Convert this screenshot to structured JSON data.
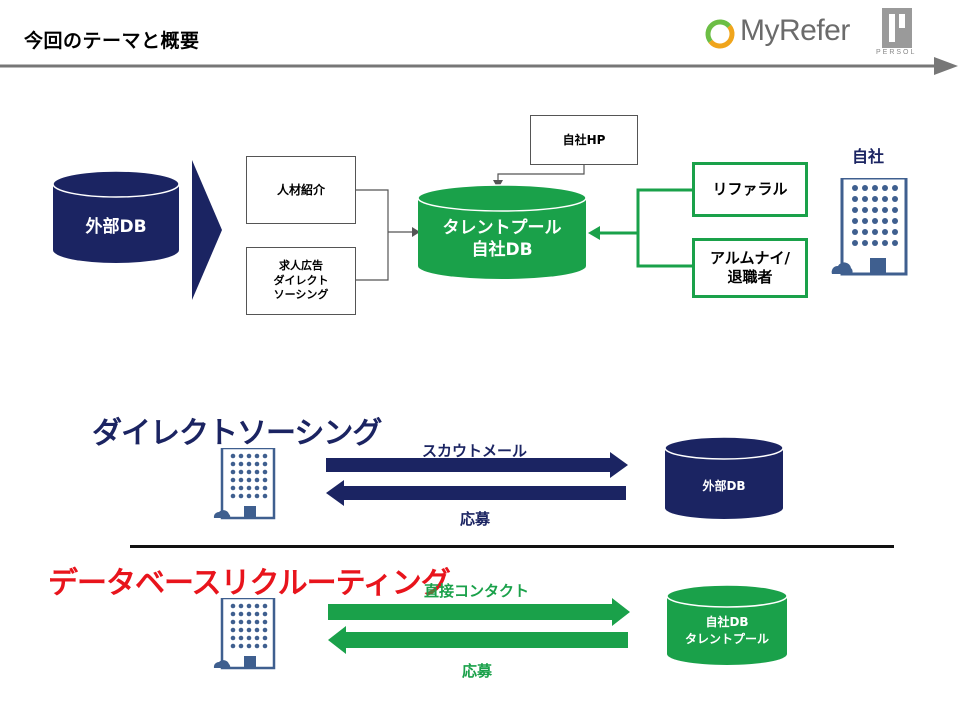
{
  "header": {
    "title": "今回のテーマと概要",
    "logo_text": "MyRefer",
    "persol_text": "PERSOL"
  },
  "top_diagram": {
    "external_db": "外部DB",
    "source_boxes": [
      "人材紹介",
      "求人広告\nダイレクト\nソーシング"
    ],
    "own_hp": "自社HP",
    "talent_pool": "タレントプール\n自社DB",
    "green_boxes": [
      "リファラル",
      "アルムナイ/\n退職者"
    ],
    "company_label": "自社"
  },
  "direct_sourcing": {
    "heading": "ダイレクトソーシング",
    "forward_label": "スカウトメール",
    "back_label": "応募",
    "db_label": "外部DB"
  },
  "database_recruiting": {
    "heading": "データベースリクルーティング",
    "forward_label": "直接コンタクト",
    "back_label": "応募",
    "db_label": "自社DB\nタレントプール"
  },
  "colors": {
    "navy": "#1b2462",
    "green": "#1aa14a",
    "red": "#e8141c",
    "building_blue": "#3f5f8f"
  },
  "icons": [
    "building-icon",
    "cloud-icon",
    "database-icon",
    "arrow-right-icon",
    "arrow-left-icon"
  ]
}
